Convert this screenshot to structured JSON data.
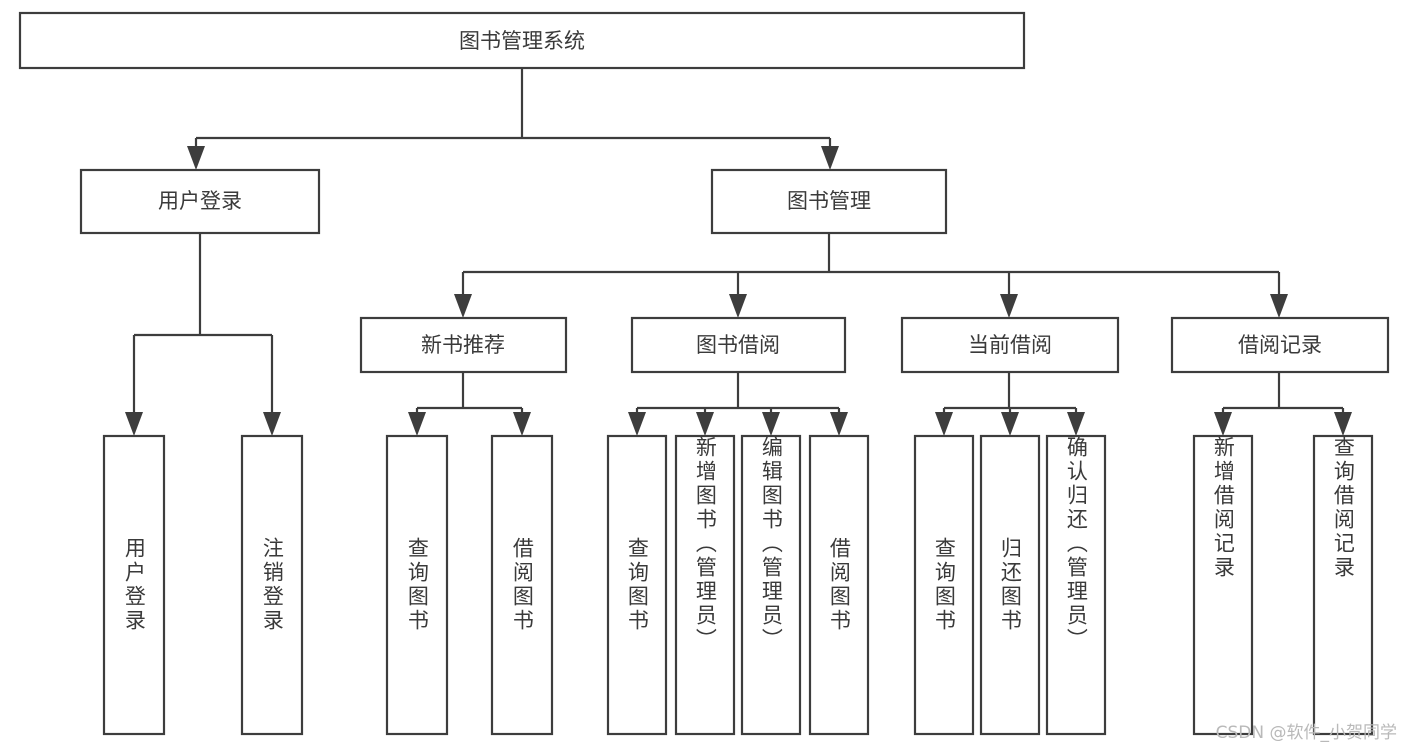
{
  "diagram": {
    "title": "图书管理系统",
    "type": "tree",
    "colors": {
      "stroke": "#3d3d3d",
      "fill": "#ffffff",
      "text": "#3a3a3a",
      "watermark": "#b9b9b9"
    },
    "root": {
      "label": "图书管理系统"
    },
    "level1": [
      {
        "label": "用户登录"
      },
      {
        "label": "图书管理"
      }
    ],
    "level2": [
      {
        "label": "新书推荐"
      },
      {
        "label": "图书借阅"
      },
      {
        "label": "当前借阅"
      },
      {
        "label": "借阅记录"
      }
    ],
    "leaves": {
      "user_login": [
        {
          "label": "用户登录"
        },
        {
          "label": "注销登录"
        }
      ],
      "new_book_recommend": [
        {
          "label": "查询图书"
        },
        {
          "label": "借阅图书"
        }
      ],
      "book_borrow": [
        {
          "label": "查询图书"
        },
        {
          "label": "新增图书（管理员）"
        },
        {
          "label": "编辑图书（管理员）"
        },
        {
          "label": "借阅图书"
        }
      ],
      "current_borrow": [
        {
          "label": "查询图书"
        },
        {
          "label": "归还图书"
        },
        {
          "label": "确认归还（管理员）"
        }
      ],
      "borrow_records": [
        {
          "label": "新增借阅记录"
        },
        {
          "label": "查询借阅记录"
        }
      ]
    }
  },
  "watermark": {
    "text": "CSDN @软件_小贺同学"
  }
}
